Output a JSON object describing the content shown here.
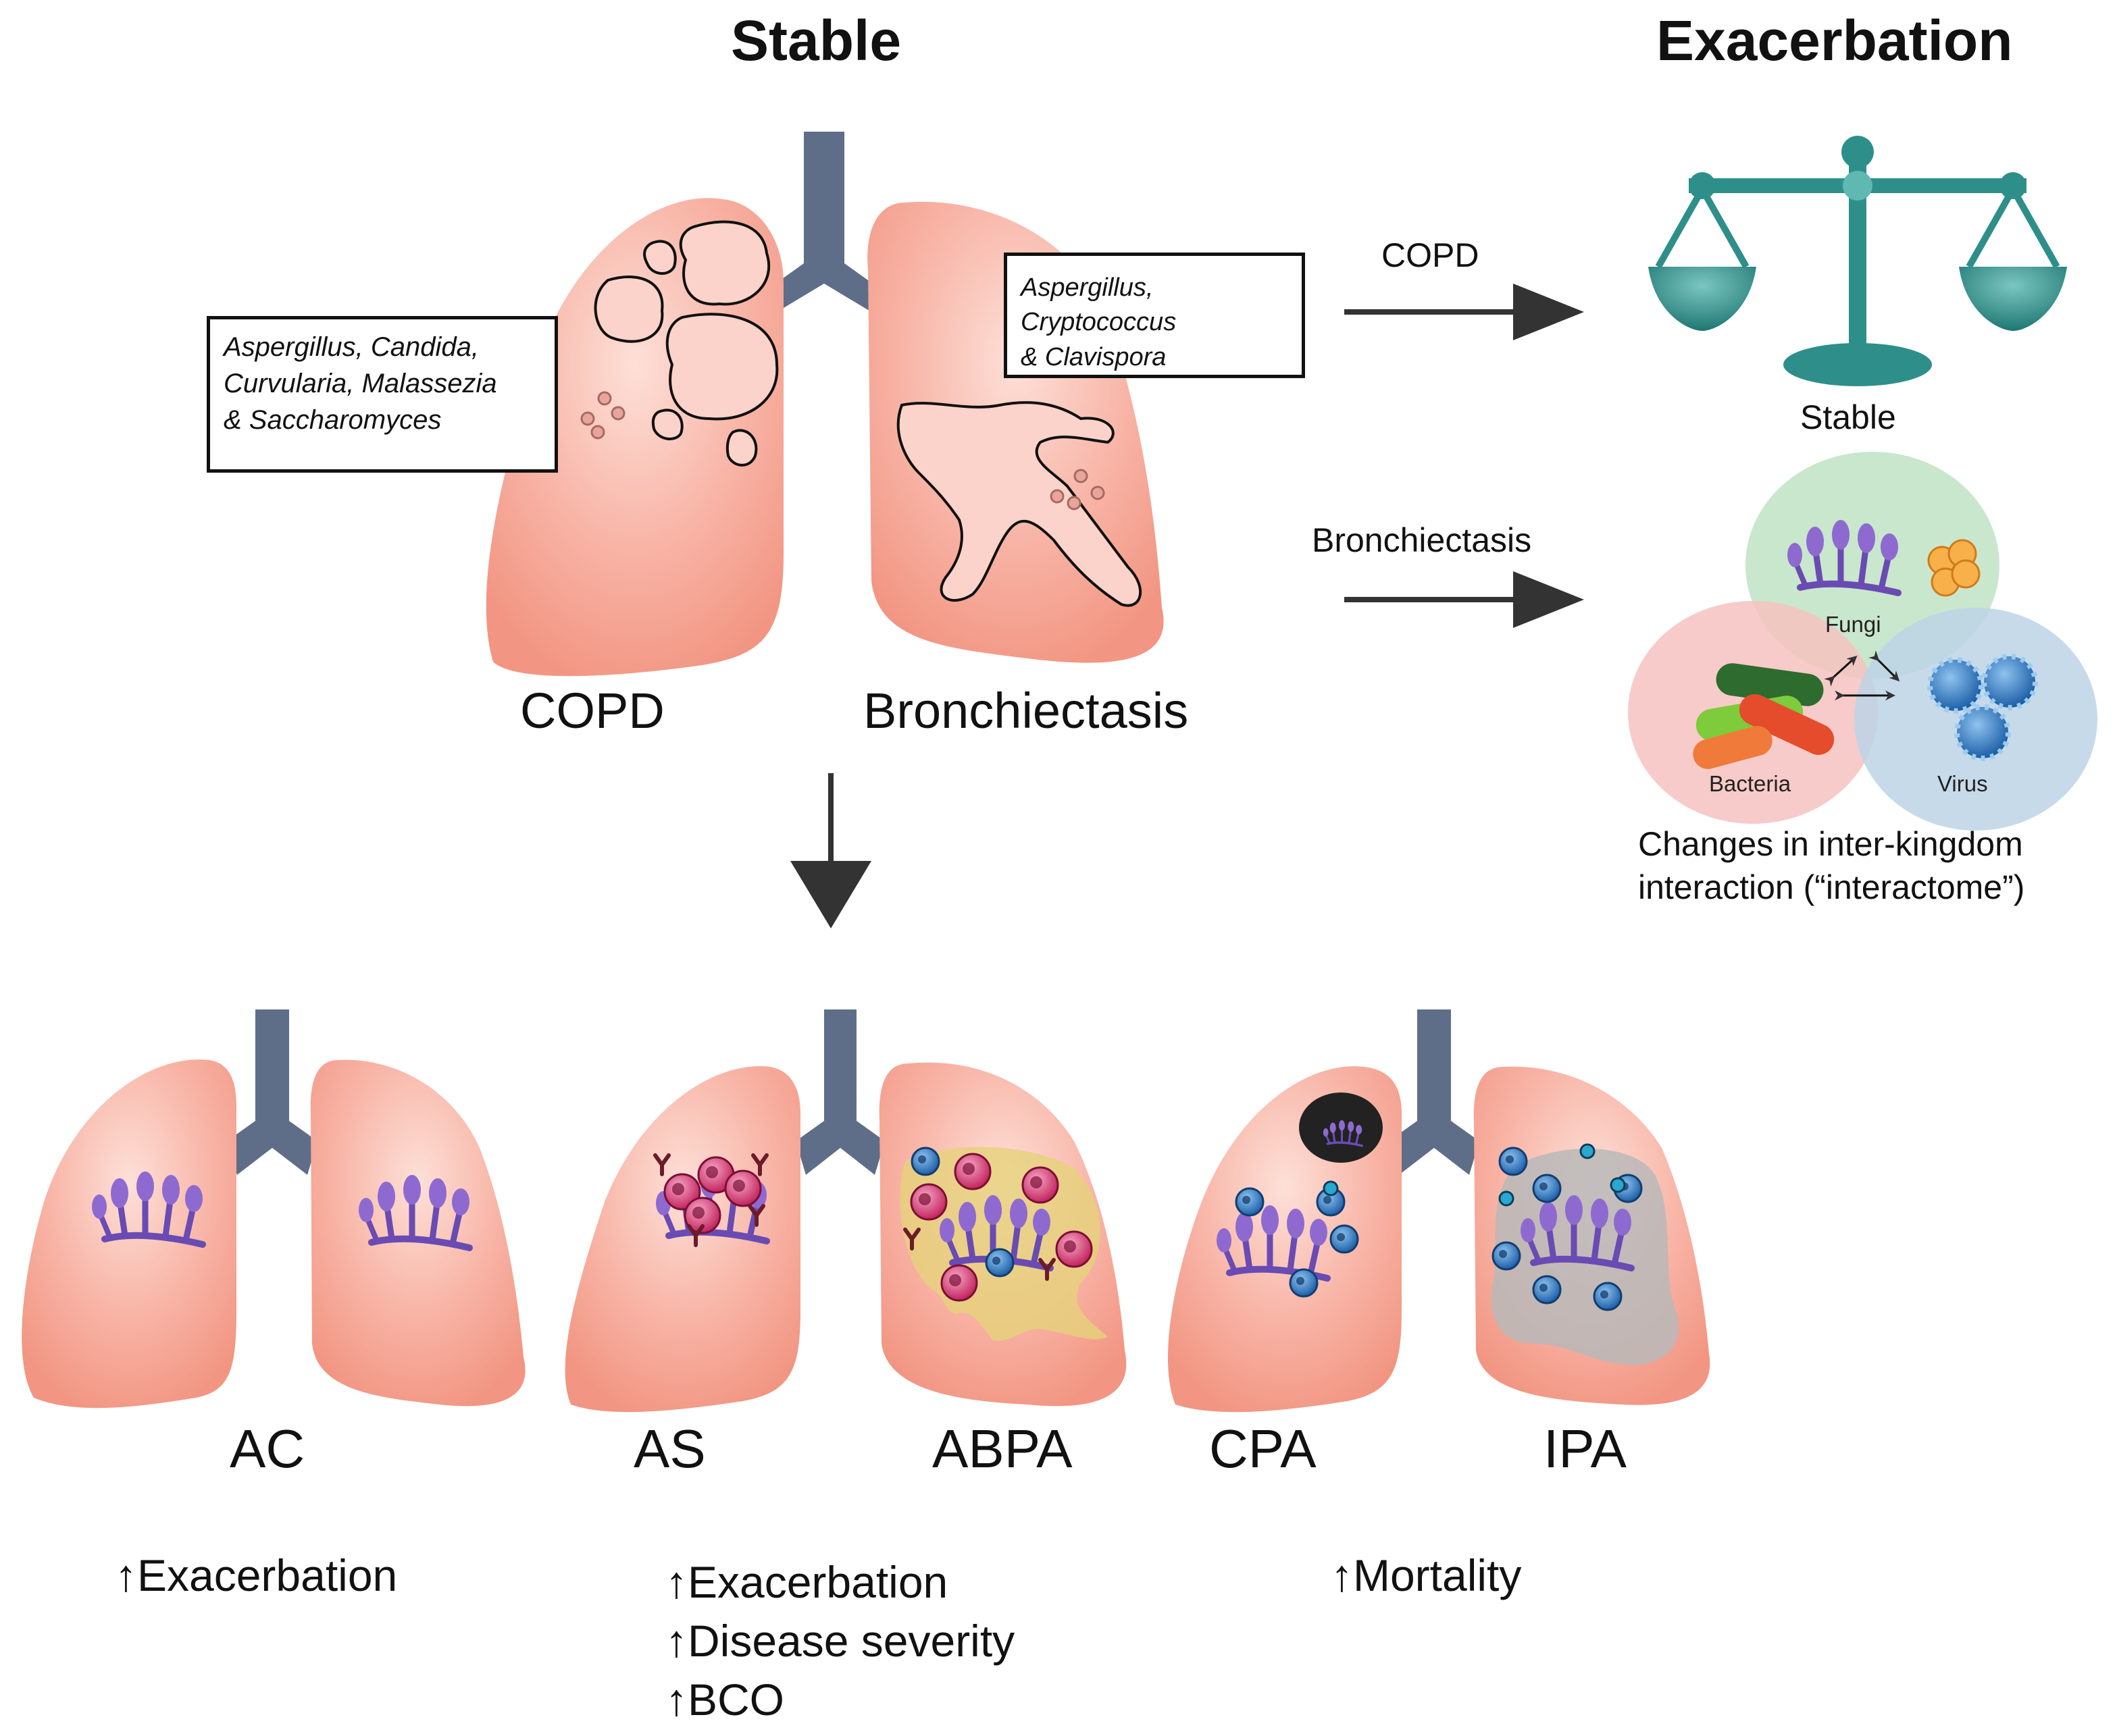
{
  "headings": {
    "stable": "Stable",
    "exacerbation": "Exacerbation"
  },
  "top": {
    "copd_label": "COPD",
    "bronchiectasis_label": "Bronchiectasis",
    "copd_fungi": [
      "Aspergillus, Candida,",
      "Curvularia, Malassezia",
      "& Saccharomyces"
    ],
    "bronchiectasis_fungi": [
      "Aspergillus, Cryptococcus",
      "& Clavispora"
    ]
  },
  "exacerbation": {
    "copd_arrow_label": "COPD",
    "bronchiectasis_arrow_label": "Bronchiectasis",
    "balance_caption": "Stable",
    "venn": {
      "fungi": "Fungi",
      "bacteria": "Bacteria",
      "virus": "Virus"
    },
    "interactome_caption": [
      "Changes in inter-kingdom",
      "interaction (“interactome”)"
    ]
  },
  "bottom": {
    "labels": {
      "ac": "AC",
      "as": "AS",
      "abpa": "ABPA",
      "cpa": "CPA",
      "ipa": "IPA"
    },
    "outcomes": {
      "ac": [
        "↑Exacerbation"
      ],
      "as_abpa": [
        "↑Exacerbation",
        "↑Disease severity",
        "↑BCO"
      ],
      "cpa_ipa": [
        "↑Mortality"
      ]
    }
  },
  "colors": {
    "lung": "#f6a596",
    "lung_light": "#fbd3ca",
    "trachea": "#5e6e88",
    "fungus": "#7b5bc0",
    "balance": "#2e8f8a",
    "arrow": "#333333",
    "venn_fungi": "#bfe3c4",
    "venn_bacteria": "#f6c2c0",
    "venn_virus": "#bcd3e6"
  }
}
